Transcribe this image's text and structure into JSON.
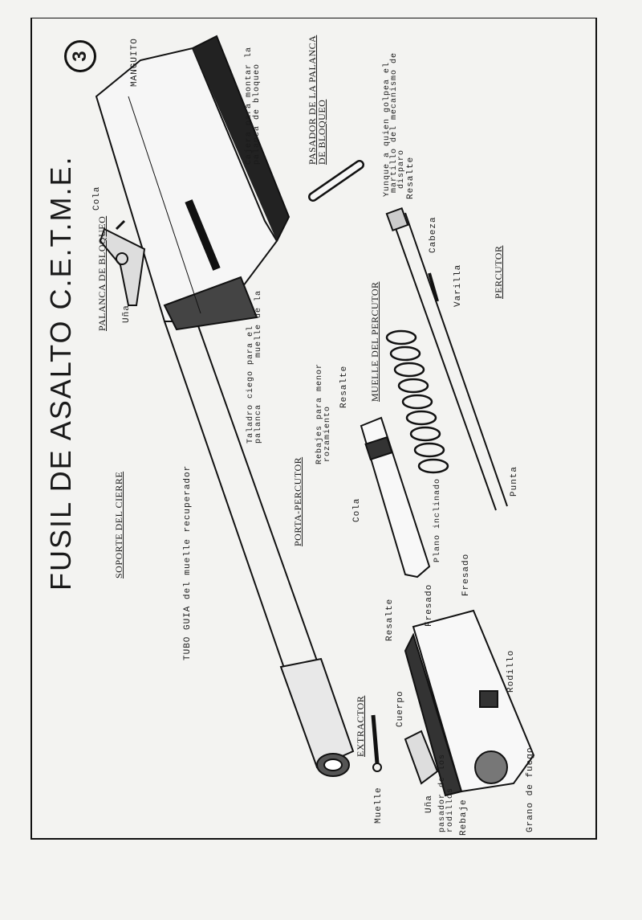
{
  "page_number": "3",
  "title": "FUSIL DE ASALTO   C.E.T.M.E.",
  "sections": {
    "palanca": "PALANCA DE BLOQUEO",
    "pasador": [
      "PASADOR DE LA PALANCA",
      "DE BLOQUEO"
    ],
    "soporte": "SOPORTE DEL CIERRE",
    "porta": "PORTA-PERCUTOR",
    "muelle_percutor": "MUELLE DEL PERCUTOR",
    "percutor": "PERCUTOR",
    "extractor": "EXTRACTOR"
  },
  "labels": {
    "manguito": "MANGUITO",
    "cajera": [
      "Cajera para montar la",
      "palanca de bloqueo"
    ],
    "yunque": [
      "Yunque a quien golpea el",
      "martillo del mecanismo de",
      "disparo"
    ],
    "resalte_percutor": "Resalte",
    "cola_palanca": "Cola",
    "una_palanca": "Uña",
    "taladro": [
      "Taladro ciego para el",
      "muelle de la",
      "palanca"
    ],
    "cabeza": "Cabeza",
    "varilla": "Varilla",
    "punta": "Punta",
    "rebajes": [
      "Rebajes para menor",
      "rozamiento"
    ],
    "resalte_porta": "Resalte",
    "cola_porta": "Cola",
    "plano": [
      "Plano inclinado"
    ],
    "tubo": "TUBO GUIA del muelle recuperador",
    "resalte_soporte": "Resalte",
    "fresado1": "Fresado",
    "fresado2": "Fresado",
    "rodillo": "Rodillo",
    "cuerpo": "Cuerpo",
    "muelle_ext": "Muelle",
    "una_ext": "Uña",
    "pasador_rod": [
      "pasador de los",
      "rodillos"
    ],
    "rebaje": "Rebaje",
    "grano": "Grano de fuego"
  }
}
